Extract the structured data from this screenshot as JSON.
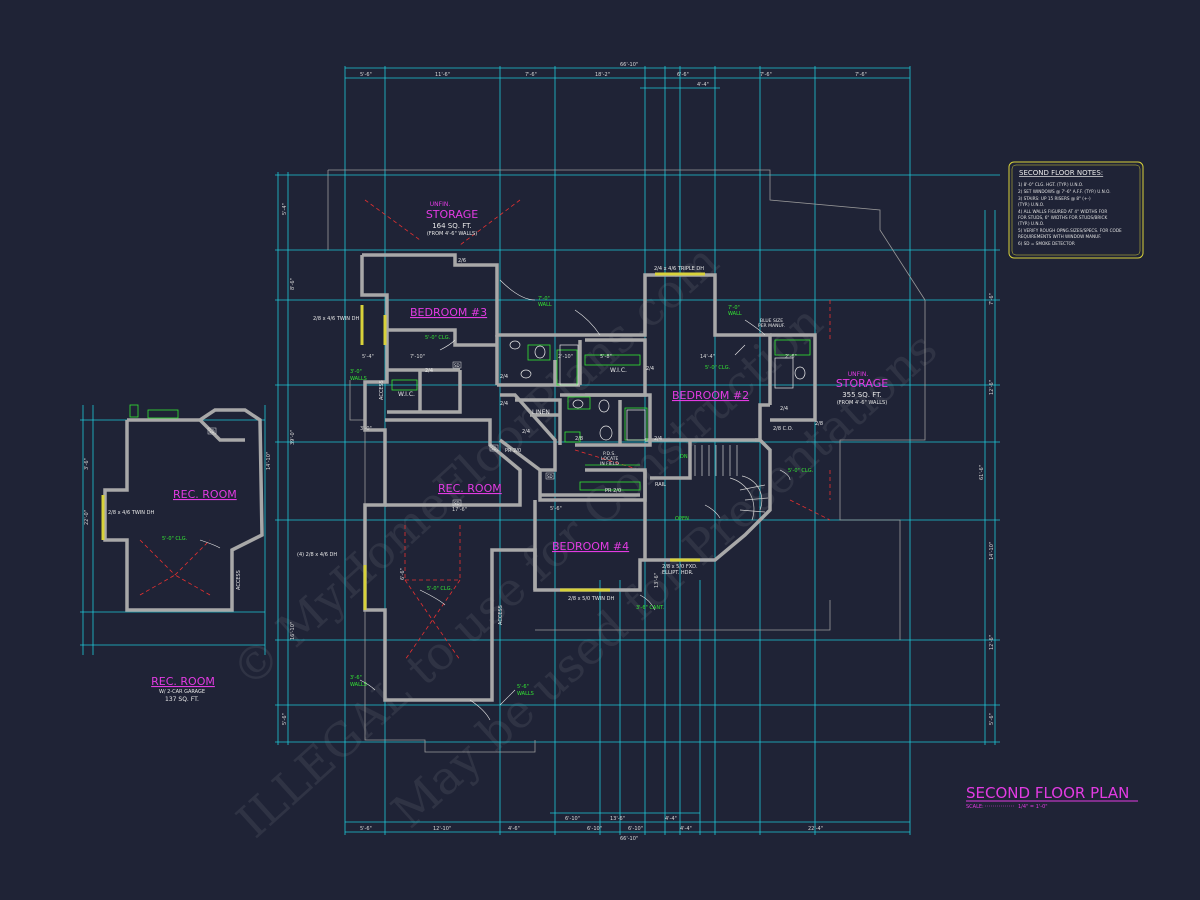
{
  "colors": {
    "background": "#1f2336",
    "wall": "#a8a8a8",
    "dimension": "#1fc8d8",
    "room_label": "#e23be2",
    "note_green": "#33e633",
    "window": "#d8d23a",
    "hidden_line": "#e83030",
    "notes_border": "#d8d23a"
  },
  "title": {
    "name": "SECOND FLOOR PLAN",
    "scale_label": "SCALE:",
    "scale_value": "1/4\" = 1'-0\""
  },
  "notes": {
    "heading": "SECOND FLOOR NOTES:",
    "items": [
      "1) 8'-0\" CLG. HGT. (TYP.) U.N.O.",
      "2) SET WINDOWS @ 7'-6\" A.F.F. (TYP.) U.N.O.",
      "3) STAIRS: UP 15 RISERS @ 8\" (+-)",
      "   (TYP.) U.N.O.",
      "4) ALL WALLS FIGURED AT 4\" WIDTHS FOR",
      "   FOR STUDS, 6\" WIDTHS FOR STUDS/BRICK",
      "   (TYP.) U.N.O.",
      "5) VERIFY ROUGH OPNG.SIZES/SPECS. FOR CODE",
      "   REQUIREMENTS WITH WINDOW MANUF.",
      "6) SD = SMOKE DETECTOR"
    ]
  },
  "rooms": {
    "storage_1": {
      "label": "UNFIN.",
      "name": "STORAGE",
      "area": "164 SQ. FT.",
      "note": "(FROM 4'-6\" WALLS)"
    },
    "storage_2": {
      "label": "UNFIN.",
      "name": "STORAGE",
      "area": "355 SQ. FT.",
      "note": "(FROM 4'-6\" WALLS)"
    },
    "bedroom_3": "BEDROOM #3",
    "bedroom_2": "BEDROOM #2",
    "bedroom_4": "BEDROOM #4",
    "rec_room_main": "REC. ROOM",
    "rec_room_alt": "REC. ROOM",
    "wic_1": "W.I.C.",
    "wic_2": "W.I.C.",
    "linen": "LINEN",
    "rail": "RAIL",
    "open": "OPEN",
    "access_1": "ACCESS",
    "access_2": "ACCESS",
    "access_3": "ACCESS",
    "pdr_note": [
      "P.D.S.",
      "LOCATE",
      "IN FIELD"
    ],
    "blue_note": [
      "BLUE SIZE",
      "PER MANUF."
    ]
  },
  "alt_option": {
    "name": "REC. ROOM",
    "sub": "W/ 2-CAR GARAGE",
    "area": "137 SQ. FT."
  },
  "window_labels": {
    "w1": "2/8 x 4/6 TWIN DH",
    "w2": "2/4 x 4/6 TRIPLE DH",
    "w3": "(4) 2/8 x 4/6 DH",
    "w4": "2/8 x 5/0 TWIN DH",
    "w5": "2/8 x 5/0 FXD.",
    "w5b": "ELLIPT. HDR.",
    "w6": "2/8 x 4/6 TWIN DH"
  },
  "green_notes": {
    "g1": "7'-0\"",
    "g1b": "WALL",
    "g2": "5'-0\" CLG.",
    "g3": "3'-0\"",
    "g3b": "WALLS",
    "g4": "7'-0\"",
    "g4b": "WALL",
    "g5": "5'-0\" CLG.",
    "g6": "5'-0\" CLG.",
    "g7": "5'-0\" CLG.",
    "g8": "3'-6\"",
    "g8b": "WALLS",
    "g9": "5'-6\"",
    "g9b": "WALLS",
    "g10": "3'-6\" CANT.",
    "g11": "5'-0\" CLG.",
    "g12": "OPEN",
    "g13": "DN"
  },
  "doors": [
    "2/6",
    "2/4",
    "2/4",
    "2/4",
    "2/4",
    "2/4",
    "2/4",
    "2/4",
    "2/8",
    "2/8",
    "PR 2/0",
    "PR 2/0",
    "2/8 C.O."
  ],
  "dimensions": {
    "top_overall": "66'-10\"",
    "bottom_overall": "66'-10\"",
    "top_1": [
      "5'-6\"",
      "11'-6\"",
      "7'-6\"",
      "18'-2\"",
      "6'-6\"",
      "4'-4\"",
      "7'-6\"",
      "7'-6\""
    ],
    "bottom_1": [
      "5'-6\"",
      "12'-10\"",
      "4'-6\"",
      "6'-10\"",
      "6'-10\"",
      "4'-4\"",
      "22'-4\""
    ],
    "bottom_2": [
      "6'-10\"",
      "13'-6\"",
      "4'-4\""
    ],
    "left": [
      "5'-4\"",
      "8'-6\"",
      "39'-0\"",
      "16'-10\"",
      "5'-6\""
    ],
    "right": [
      "7'-6\"",
      "12'-6\"",
      "61'-6\"",
      "14'-10\"",
      "12'-6\"",
      "5'-6\""
    ],
    "inner": [
      "17'-6\"",
      "5'-4\"",
      "2'-10\"",
      "5'-8\"",
      "7'-10\"",
      "14'-4\"",
      "3'-0\"",
      "5'-6\"",
      "2'-6\"",
      "6'-6\"",
      "13'-6\"",
      "22'-0\"",
      "3'-6\"",
      "14'-10\""
    ]
  },
  "watermark": {
    "line1": "© MyHomeFloorPlans.com",
    "line2": "ILLEGAL to use for Construction",
    "line3": "May be used for Presentations"
  },
  "smoke_detectors": [
    "SD",
    "SD",
    "SD",
    "SD",
    "SD"
  ]
}
